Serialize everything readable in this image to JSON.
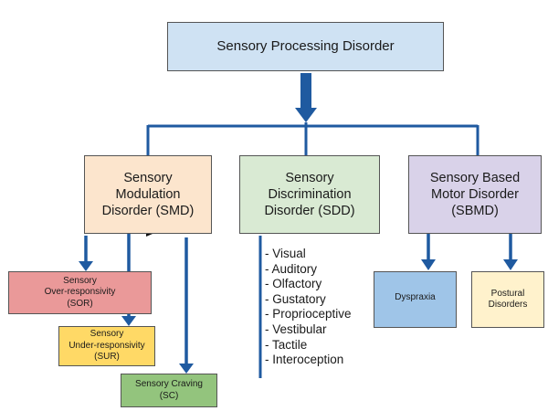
{
  "root": {
    "label": "Sensory Processing Disorder",
    "fill": "#cfe2f3"
  },
  "categories": {
    "smd": {
      "label": "Sensory Modulation Disorder (SMD)",
      "fill": "#fce5cd"
    },
    "sdd": {
      "label": "Sensory Discrimination Disorder (SDD)",
      "fill": "#d9ead3"
    },
    "sbmd": {
      "label": "Sensory Based Motor Disorder (SBMD)",
      "fill": "#d9d2e9"
    }
  },
  "smd_subtypes": {
    "sor": {
      "line1": "Sensory",
      "line2": "Over-responsivity",
      "line3": "(SOR)",
      "fill": "#ea9999"
    },
    "sur": {
      "line1": "Sensory",
      "line2": "Under-responsivity",
      "line3": "(SUR)",
      "fill": "#ffd966"
    },
    "sc": {
      "label": "Sensory Craving (SC)",
      "fill": "#93c47d"
    }
  },
  "sdd_senses": [
    "- Visual",
    "- Auditory",
    "- Olfactory",
    "- Gustatory",
    "- Proprioceptive",
    "- Vestibular",
    "- Tactile",
    "- Interoception"
  ],
  "sbmd_subtypes": {
    "dyspraxia": {
      "label": "Dyspraxia",
      "fill": "#9fc5e8"
    },
    "postural": {
      "label": "Postural Disorders",
      "fill": "#fff2cc"
    }
  },
  "connector_color": "#1f5aa0"
}
